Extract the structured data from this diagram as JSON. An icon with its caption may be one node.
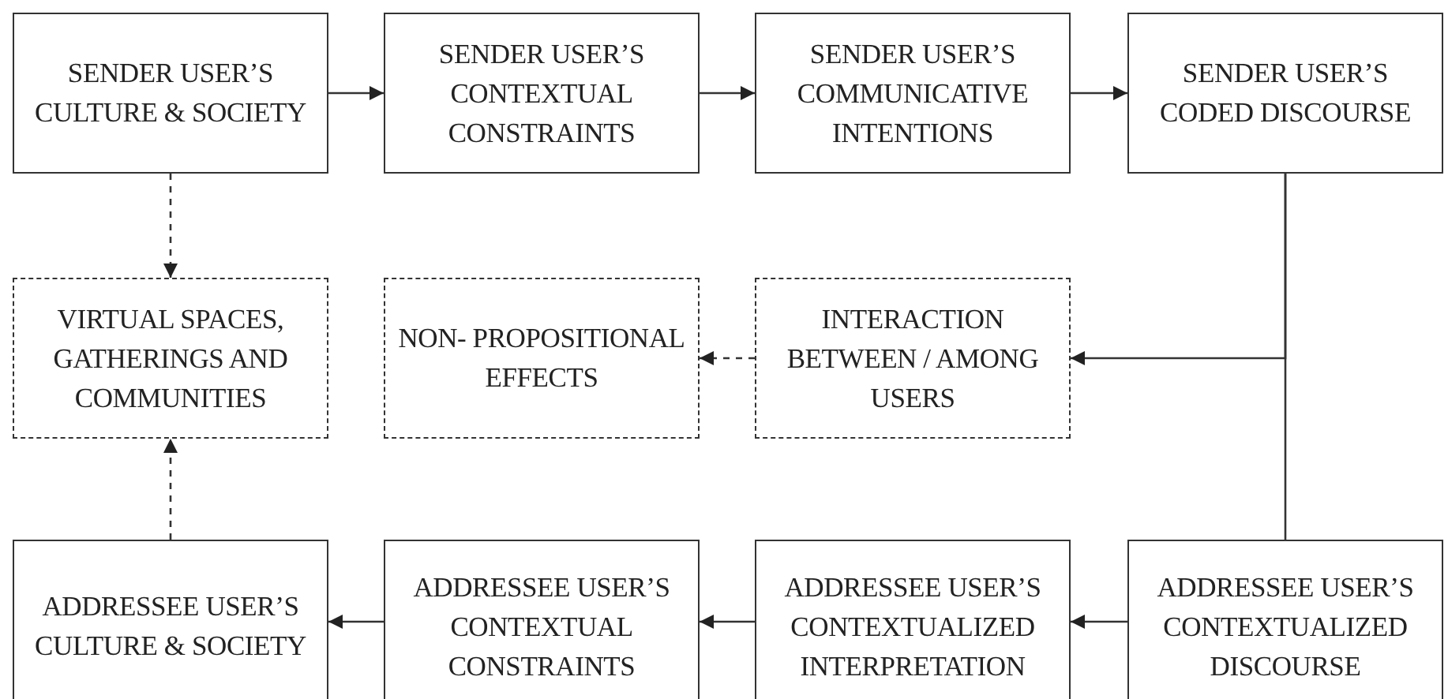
{
  "diagram": {
    "nodes": [
      {
        "text": [
          "SENDER USER’S CULTURE & SOCIETY"
        ]
      },
      {
        "text": [
          "SENDER USER’S CONTEXTUAL CONSTRAINTS"
        ]
      },
      {
        "text": [
          "SENDER USER’S COMMUNICATIVE INTENTIONS"
        ]
      },
      {
        "text": [
          "SENDER USER’S CODED DISCOURSE"
        ]
      },
      {
        "text": [
          "VIRTUAL SPACES, GATHERINGS AND COMMUNITIES"
        ]
      },
      {
        "text": [
          "NON- PROPOSITIONAL EFFECTS"
        ]
      },
      {
        "text": [
          "INTERACTION BETWEEN / AMONG USERS"
        ]
      },
      {
        "text": [
          "ADDRESSEE USER’S CULTURE & SOCIETY"
        ]
      },
      {
        "text": [
          "ADDRESSEE USER’S CONTEXTUAL CONSTRAINTS"
        ]
      },
      {
        "text": [
          "ADDRESSEE USER’S CONTEXTUALIZED INTERPRETATION"
        ]
      },
      {
        "text": [
          "ADDRESSEE USER’S CONTEXTUALIZED DISCOURSE"
        ]
      }
    ],
    "edges": [
      {
        "from": 0,
        "to": 1,
        "arrow": "to"
      },
      {
        "from": 1,
        "to": 2,
        "arrow": "to"
      },
      {
        "from": 2,
        "to": 3,
        "arrow": "to"
      },
      {
        "from": 0,
        "to": 4,
        "arrow": "to",
        "style": "dashed"
      },
      {
        "from": 3,
        "to": 6,
        "arrow": "to"
      },
      {
        "from": 3,
        "to": 10,
        "arrow": "none"
      },
      {
        "from": 6,
        "to": 5,
        "arrow": "to",
        "style": "dashed"
      },
      {
        "from": 10,
        "to": 9,
        "arrow": "to"
      },
      {
        "from": 9,
        "to": 8,
        "arrow": "to"
      },
      {
        "from": 8,
        "to": 7,
        "arrow": "to"
      },
      {
        "from": 7,
        "to": 4,
        "arrow": "to",
        "style": "dashed"
      }
    ]
  }
}
